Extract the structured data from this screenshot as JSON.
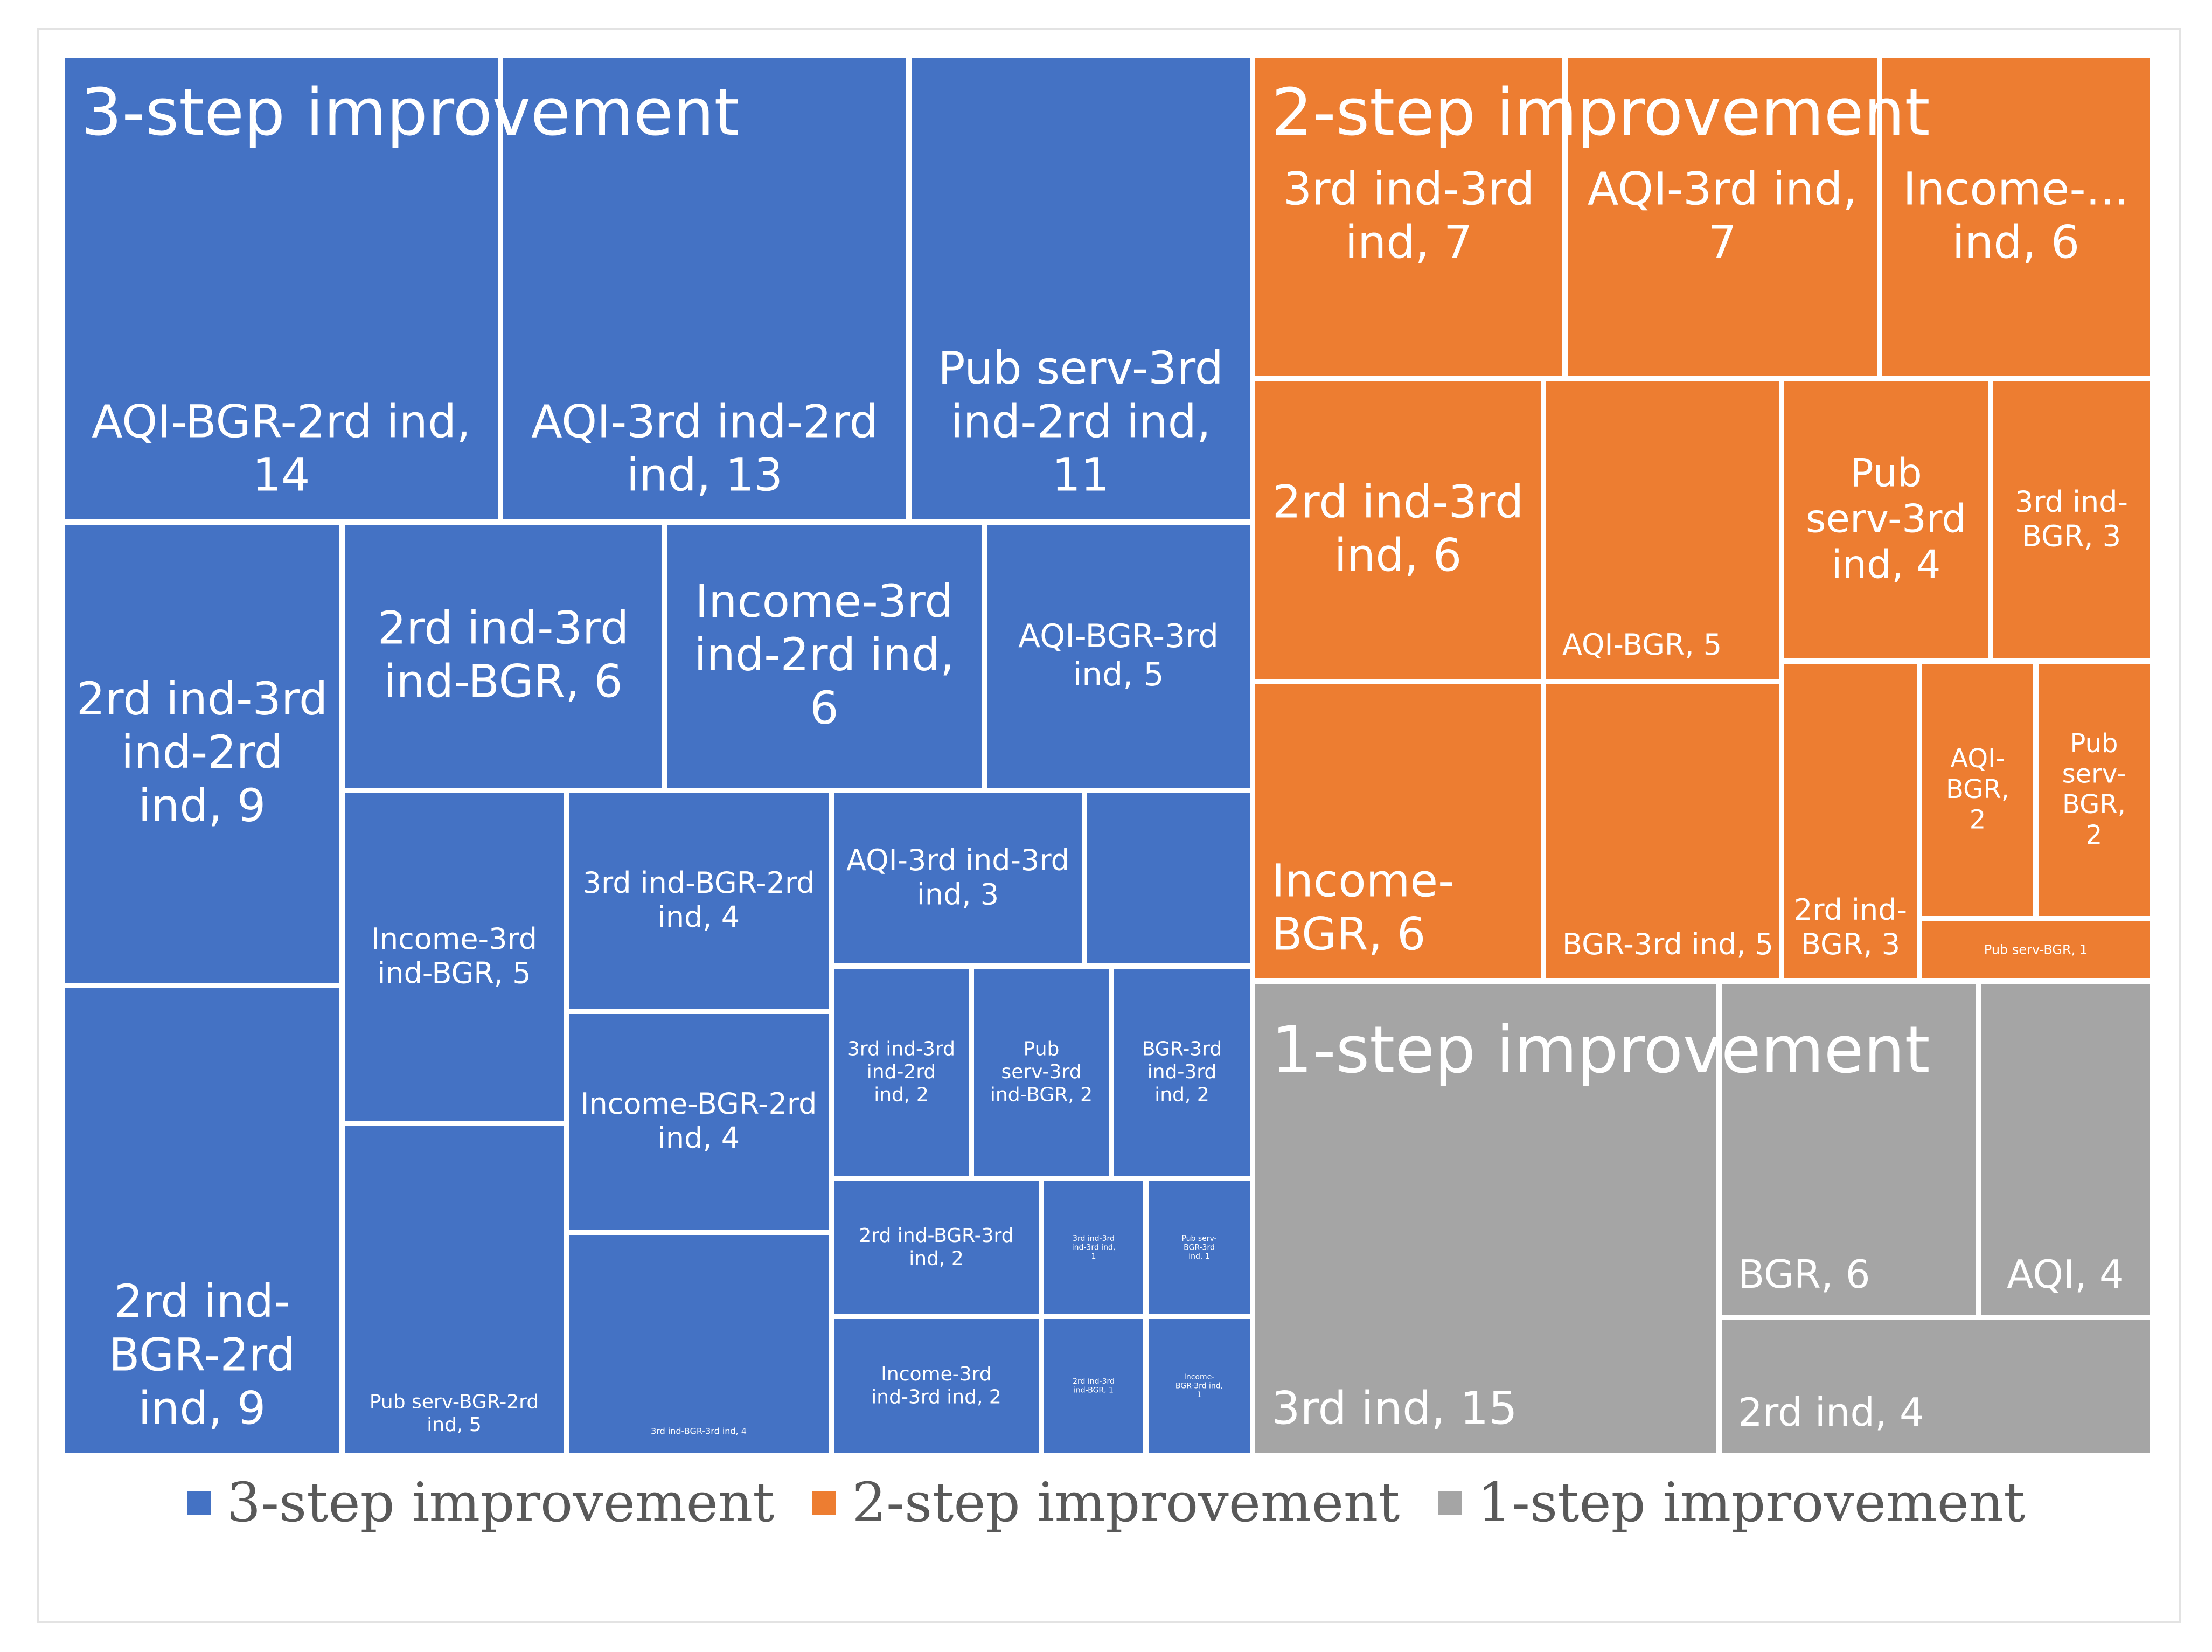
{
  "chart_data": {
    "type": "treemap",
    "groups": [
      {
        "name": "3-step improvement",
        "color": "#4472C4",
        "items": [
          {
            "label": "AQI-BGR-2rd ind, 14",
            "value": 14
          },
          {
            "label": "AQI-3rd ind-2rd ind, 13",
            "value": 13
          },
          {
            "label": "Pub serv-3rd ind-2rd ind, 11",
            "value": 11
          },
          {
            "label": "2rd ind-3rd ind-2rd ind, 9",
            "value": 9
          },
          {
            "label": "2rd ind-BGR-2rd ind, 9",
            "value": 9
          },
          {
            "label": "2rd ind-3rd ind-BGR, 6",
            "value": 6
          },
          {
            "label": "Income-3rd ind-2rd ind, 6",
            "value": 6
          },
          {
            "label": "AQI-BGR-3rd ind, 5",
            "value": 5
          },
          {
            "label": "Income-3rd ind-BGR, 5",
            "value": 5
          },
          {
            "label": "Pub serv-BGR-2rd ind, 5",
            "value": 5
          },
          {
            "label": "3rd ind-BGR-2rd ind, 4",
            "value": 4
          },
          {
            "label": "Income-BGR-2rd ind, 4",
            "value": 4
          },
          {
            "label": "3rd ind-BGR-3rd ind, 4",
            "value": 4
          },
          {
            "label": "AQI-3rd ind-3rd ind, 3",
            "value": 3
          },
          {
            "label": "",
            "value": 3
          },
          {
            "label": "3rd ind-3rd ind-2rd ind, 2",
            "value": 2
          },
          {
            "label": "Pub serv-3rd ind-BGR, 2",
            "value": 2
          },
          {
            "label": "BGR-3rd ind-3rd ind, 2",
            "value": 2
          },
          {
            "label": "2rd ind-BGR-3rd ind, 2",
            "value": 2
          },
          {
            "label": "3rd ind-3rd ind-3rd ind, 1",
            "value": 1
          },
          {
            "label": "Pub serv-BGR-3rd ind, 1",
            "value": 1
          },
          {
            "label": "Income-3rd ind-3rd ind, 2",
            "value": 2
          },
          {
            "label": "2rd ind-3rd ind-BGR, 1",
            "value": 1
          },
          {
            "label": "Income-BGR-3rd ind, 1",
            "value": 1
          }
        ]
      },
      {
        "name": "2-step improvement",
        "color": "#ED7D31",
        "items": [
          {
            "label": "3rd ind-3rd ind, 7",
            "value": 7
          },
          {
            "label": "AQI-3rd ind, 7",
            "value": 7
          },
          {
            "label": "Income-... ind, 6",
            "value": 6
          },
          {
            "label": "2rd ind-3rd ind, 6",
            "value": 6
          },
          {
            "label": "AQI-BGR, 5",
            "value": 5
          },
          {
            "label": "Pub serv-3rd ind, 4",
            "value": 4
          },
          {
            "label": "3rd ind-BGR, 3",
            "value": 3
          },
          {
            "label": "Income-BGR, 6",
            "value": 6
          },
          {
            "label": "BGR-3rd ind, 5",
            "value": 5
          },
          {
            "label": "2rd ind-BGR, 3",
            "value": 3
          },
          {
            "label": "AQI-BGR, 2",
            "value": 2
          },
          {
            "label": "Pub serv-BGR, 2",
            "value": 2
          },
          {
            "label": "Pub serv-BGR, 1",
            "value": 1
          }
        ]
      },
      {
        "name": "1-step improvement",
        "color": "#A5A5A5",
        "items": [
          {
            "label": "3rd ind, 15",
            "value": 15
          },
          {
            "label": "BGR, 6",
            "value": 6
          },
          {
            "label": "AQI, 4",
            "value": 4
          },
          {
            "label": "2rd ind, 4",
            "value": 4
          }
        ]
      }
    ],
    "legend": {
      "position": "bottom"
    }
  }
}
